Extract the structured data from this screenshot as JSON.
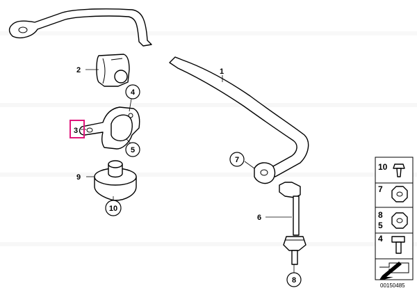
{
  "callouts": [
    {
      "id": "1",
      "label": "1"
    },
    {
      "id": "2",
      "label": "2"
    },
    {
      "id": "3",
      "label": "3"
    },
    {
      "id": "4",
      "label": "4"
    },
    {
      "id": "5",
      "label": "5"
    },
    {
      "id": "6",
      "label": "6"
    },
    {
      "id": "7",
      "label": "7"
    },
    {
      "id": "8",
      "label": "8"
    },
    {
      "id": "9",
      "label": "9"
    },
    {
      "id": "10",
      "label": "10"
    }
  ],
  "side_panel": {
    "items": [
      {
        "labels": [
          "10"
        ]
      },
      {
        "labels": [
          "7"
        ]
      },
      {
        "labels": [
          "8",
          "5"
        ]
      },
      {
        "labels": [
          "4"
        ]
      }
    ]
  },
  "footer": {
    "code": "00150485"
  },
  "colors": {
    "highlight": "#e0157b",
    "line": "#000000"
  }
}
